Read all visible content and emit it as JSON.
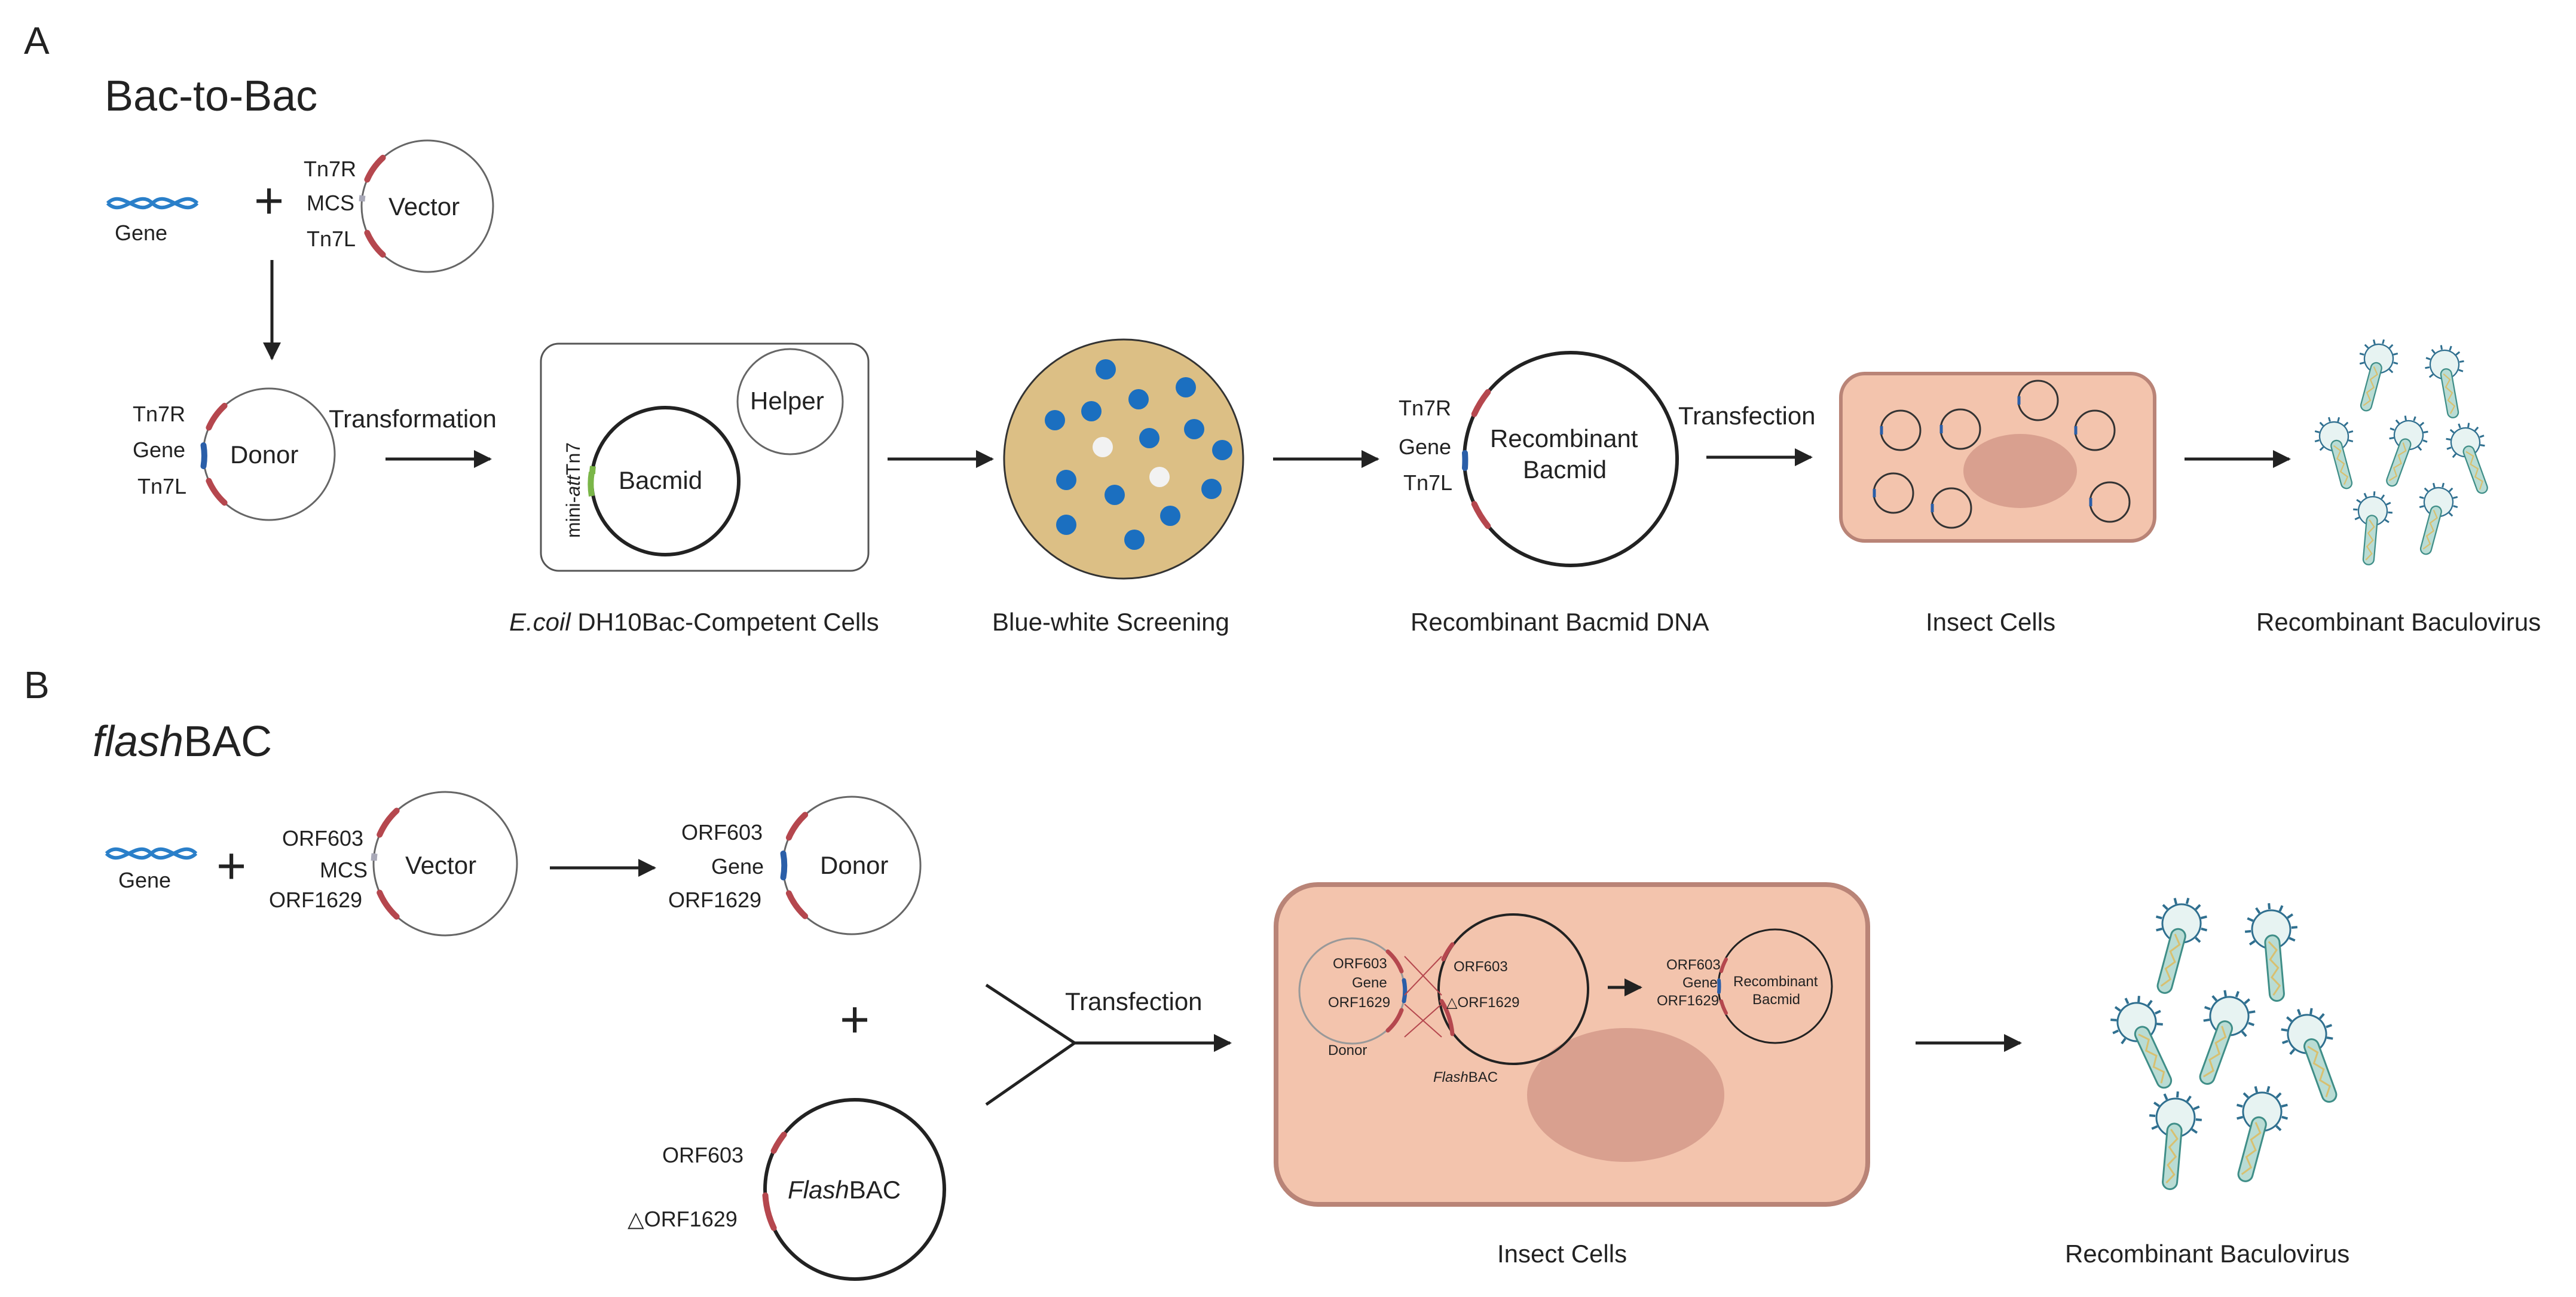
{
  "panel_a": {
    "letter": "A",
    "title": "Bac-to-Bac",
    "gene_label": "Gene",
    "plus": "+",
    "vector": {
      "name": "Vector",
      "tn7r": "Tn7R",
      "mcs": "MCS",
      "tn7l": "Tn7L"
    },
    "donor": {
      "name": "Donor",
      "tn7r": "Tn7R",
      "gene": "Gene",
      "tn7l": "Tn7L"
    },
    "transformation_label": "Transformation",
    "ecoli": {
      "helper": "Helper",
      "bacmid": "Bacmid",
      "site_prefix": "mini-",
      "site_italic": "att",
      "site_suffix": "Tn7",
      "caption_italic": "E.coil",
      "caption_rest": " DH10Bac-Competent Cells"
    },
    "screening_caption": "Blue-white Screening",
    "recombinant": {
      "name_line1": "Recombinant",
      "name_line2": "Bacmid",
      "tn7r": "Tn7R",
      "gene": "Gene",
      "tn7l": "Tn7L",
      "caption": "Recombinant Bacmid DNA"
    },
    "transfection_label": "Transfection",
    "insect_caption": "Insect Cells",
    "virus_caption": "Recombinant Baculovirus"
  },
  "panel_b": {
    "letter": "B",
    "title_italic": "flash",
    "title_rest": "BAC",
    "gene_label": "Gene",
    "plus": "+",
    "vector": {
      "name": "Vector",
      "orf603": "ORF603",
      "mcs": "MCS",
      "orf1629": "ORF1629"
    },
    "donor": {
      "name": "Donor",
      "orf603": "ORF603",
      "gene": "Gene",
      "orf1629": "ORF1629"
    },
    "plus2": "+",
    "flashbac": {
      "name_italic": "Flash",
      "name_rest": "BAC",
      "orf603": "ORF603",
      "orf1629": "△ORF1629"
    },
    "transfection_label": "Transfection",
    "cell": {
      "donor_orf603": "ORF603",
      "donor_gene": "Gene",
      "donor_orf1629": "ORF1629",
      "donor_caption": "Donor",
      "fb_orf603": "ORF603",
      "fb_orf1629": "△ORF1629",
      "fb_caption_italic": "Flash",
      "fb_caption_rest": "BAC",
      "rec_orf603": "ORF603",
      "rec_gene": "Gene",
      "rec_orf1629": "ORF1629",
      "rec_line1": "Recombinant",
      "rec_line2": "Bacmid"
    },
    "insect_caption": "Insect Cells",
    "virus_caption": "Recombinant Baculovirus"
  },
  "colors": {
    "dna_blue": "#2a7fc9",
    "segment_red": "#b5474e",
    "segment_blue": "#2a5ea8",
    "segment_gray": "#a9a9b8",
    "segment_green": "#7ab648",
    "plate_fill": "#dcbf85",
    "colony_blue": "#1b6fc0",
    "colony_white": "#f2f2f2",
    "cell_fill": "#f3c4ad",
    "cell_border": "#b98477",
    "nucleus_fill": "#d9a08f",
    "virus_body": "#b9dcd4",
    "virus_spikes": "#2f6f8f"
  },
  "icons": [
    "dna-helix-icon",
    "arrow-icon",
    "plasmid-icon",
    "petri-dish-icon",
    "insect-cell-icon",
    "baculovirus-icon"
  ]
}
